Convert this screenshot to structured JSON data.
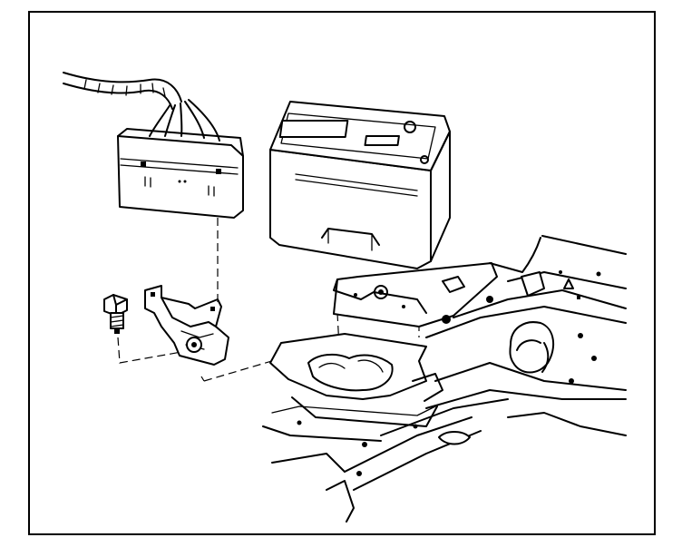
{
  "figure": {
    "type": "exploded-view line illustration",
    "colors": {
      "line": "#000000",
      "background": "#ffffff"
    },
    "parts": [
      "wiring-harness",
      "junction-block",
      "battery",
      "mounting-bracket",
      "bolt",
      "battery-tray",
      "vehicle-frame-rail"
    ]
  }
}
